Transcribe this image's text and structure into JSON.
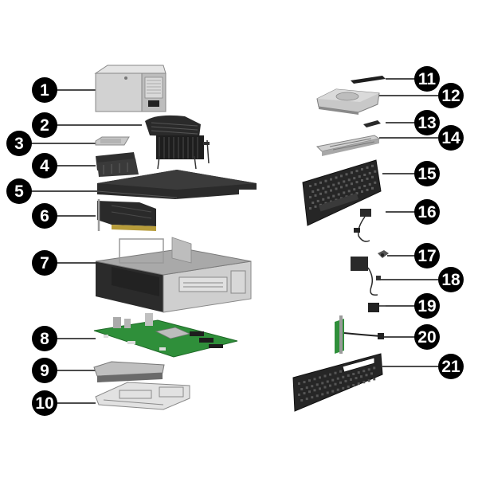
{
  "diagram": {
    "kind": "exploded-view",
    "callouts": [
      {
        "id": "1",
        "label": "1",
        "part_icon": "power-supply-icon"
      },
      {
        "id": "2",
        "label": "2",
        "part_icon": "heatsink-fan-icon"
      },
      {
        "id": "3",
        "label": "3",
        "part_icon": "processor-icon"
      },
      {
        "id": "4",
        "label": "4",
        "part_icon": "memory-module-icon"
      },
      {
        "id": "5",
        "label": "5",
        "part_icon": "access-panel-icon"
      },
      {
        "id": "6",
        "label": "6",
        "part_icon": "graphics-card-icon"
      },
      {
        "id": "7",
        "label": "7",
        "part_icon": "chassis-icon"
      },
      {
        "id": "8",
        "label": "8",
        "part_icon": "system-board-icon"
      },
      {
        "id": "9",
        "label": "9",
        "part_icon": "optical-drive-icon"
      },
      {
        "id": "10",
        "label": "10",
        "part_icon": "drive-cage-icon"
      },
      {
        "id": "11",
        "label": "11",
        "part_icon": "m2-ssd-icon"
      },
      {
        "id": "12",
        "label": "12",
        "part_icon": "hard-drive-icon"
      },
      {
        "id": "13",
        "label": "13",
        "part_icon": "wlan-module-icon"
      },
      {
        "id": "14",
        "label": "14",
        "part_icon": "bracket-icon"
      },
      {
        "id": "15",
        "label": "15",
        "part_icon": "front-bezel-icon"
      },
      {
        "id": "16",
        "label": "16",
        "part_icon": "cable-assembly-icon"
      },
      {
        "id": "17",
        "label": "17",
        "part_icon": "speaker-icon"
      },
      {
        "id": "18",
        "label": "18",
        "part_icon": "fan-cable-icon"
      },
      {
        "id": "19",
        "label": "19",
        "part_icon": "sensor-icon"
      },
      {
        "id": "20",
        "label": "20",
        "part_icon": "port-card-icon"
      },
      {
        "id": "21",
        "label": "21",
        "part_icon": "dust-filter-icon"
      }
    ],
    "colors": {
      "callout_fill": "#000000",
      "callout_text": "#ffffff",
      "leader": "#111111",
      "metal": "#c9c9c9",
      "metal_dark": "#8f8f8f",
      "dark_part": "#2b2b2b",
      "pcb": "#2f8f3a"
    }
  }
}
